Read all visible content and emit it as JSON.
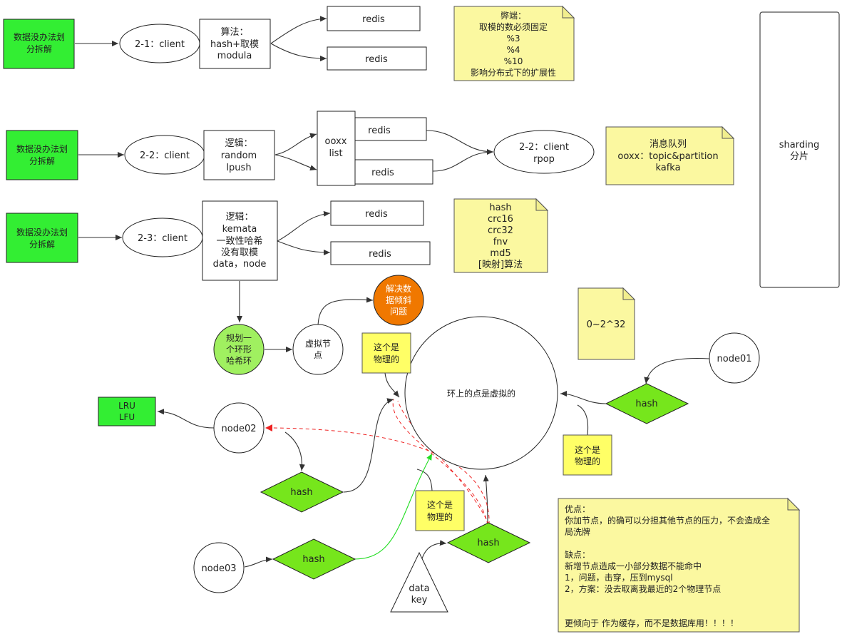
{
  "colors": {
    "green_box": "#33ee33",
    "diamond": "#76e61c",
    "note": "#fbf8a0",
    "yellow_box": "#ffff66",
    "light_green_circle": "#a0f060",
    "orange_circle": "#f07800",
    "red_dashed": "#ee2222",
    "green_line": "#22dd22"
  },
  "row1": {
    "source": [
      "数据没办法划",
      "分拆解"
    ],
    "client": "2-1：client",
    "algo": [
      "算法：",
      "hash+取模",
      "modula"
    ],
    "redis_a": "redis",
    "redis_b": "redis",
    "note": [
      "弊端：",
      "取模的数必须固定",
      "%3",
      "%4",
      "%10",
      "影响分布式下的扩展性"
    ]
  },
  "row2": {
    "source": [
      "数据没办法划",
      "分拆解"
    ],
    "client": "2-2：client",
    "logic": [
      "逻辑：",
      "random",
      "lpush"
    ],
    "list": [
      "ooxx",
      "list"
    ],
    "redis_a": "redis",
    "redis_b": "redis",
    "consumer": [
      "2-2：client",
      "rpop"
    ],
    "note": [
      "消息队列",
      "ooxx：topic&partition",
      "kafka"
    ]
  },
  "row3": {
    "source": [
      "数据没办法划",
      "分拆解"
    ],
    "client": "2-3：client",
    "logic": [
      "逻辑：",
      "kemata",
      "一致性哈希",
      "没有取模",
      "data，node"
    ],
    "redis_a": "redis",
    "redis_b": "redis",
    "note": [
      "hash",
      "crc16",
      "crc32",
      "fnv",
      "md5",
      "[映射]算法"
    ]
  },
  "sharding": [
    "sharding",
    "分片"
  ],
  "ring": {
    "plan": [
      "规划一",
      "个环形",
      "哈希环"
    ],
    "virtual": [
      "虚拟节",
      "点"
    ],
    "skew": [
      "解决数",
      "据倾斜",
      "问题"
    ],
    "range": "0~2^32",
    "center": "环上的点是虚拟的",
    "physical_1": [
      "这个是",
      "物理的"
    ],
    "physical_2": [
      "这个是",
      "物理的"
    ],
    "physical_3": [
      "这个是",
      "物理的"
    ],
    "node01": "node01",
    "node02": "node02",
    "node03": "node03",
    "hash": "hash",
    "lru": [
      "LRU",
      "LFU"
    ],
    "data_key": [
      "data",
      "key"
    ]
  },
  "pros_cons": [
    "优点：",
    "你加节点，的确可以分担其他节点的压力，不会造成全",
    "局洗牌",
    "",
    "缺点：",
    "新增节点造成一小部分数据不能命中",
    "1，问题，击穿，压到mysql",
    "2，方案：没去取离我最近的2个物理节点",
    "",
    "",
    "更倾向于 作为缓存，而不是数据库用！！！！"
  ]
}
